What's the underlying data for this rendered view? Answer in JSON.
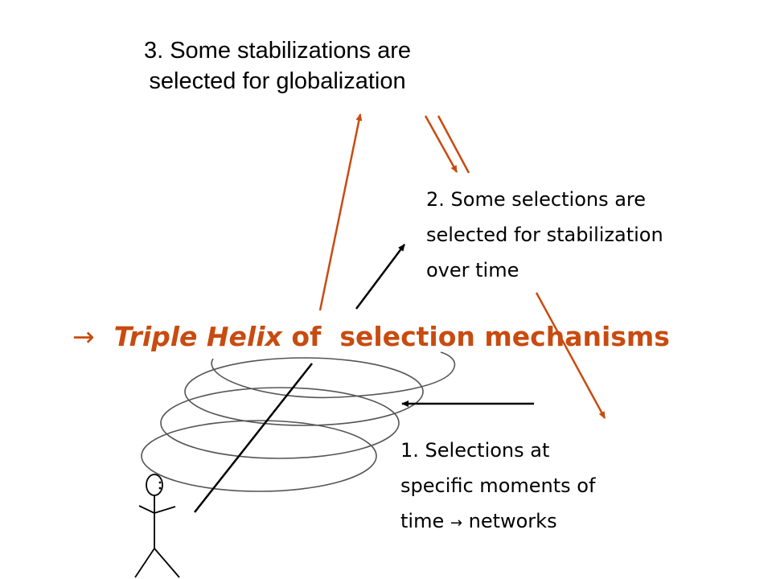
{
  "labels": {
    "stage3": {
      "line1": "3. Some stabilizations are",
      "line2": "selected for globalization"
    },
    "stage2": {
      "line1": "2. Some selections are",
      "line2": "selected for stabilization",
      "line3": "over time"
    },
    "stage1": {
      "line1": "1. Selections at",
      "line2": "specific moments of",
      "line3_prefix": "time",
      "line3_arrow": "→",
      "line3_suffix": "networks"
    }
  },
  "headline": {
    "arrow": "→",
    "part_italic": "Triple Helix",
    "part_rest": "of  selection mechanisms"
  },
  "colors": {
    "accent": "#c84b10",
    "text": "#000000",
    "lines": "#000000",
    "spiral": "#555555"
  }
}
